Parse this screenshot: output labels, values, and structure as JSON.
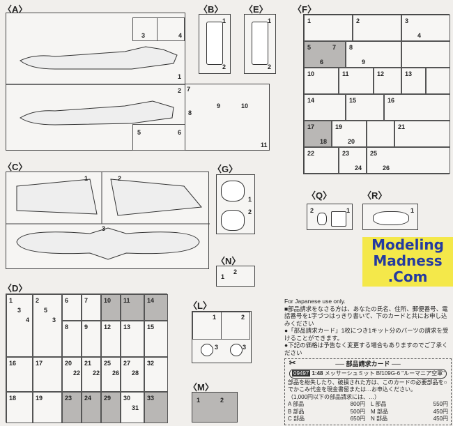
{
  "sprues": {
    "A": {
      "label": "〈A〉",
      "parts": [
        "1",
        "2",
        "3",
        "4",
        "5",
        "6",
        "7",
        "8",
        "9",
        "10",
        "11"
      ]
    },
    "B": {
      "label": "〈B〉",
      "parts": [
        "1",
        "2"
      ]
    },
    "E": {
      "label": "〈E〉",
      "parts": [
        "1",
        "2"
      ]
    },
    "F": {
      "label": "〈F〉",
      "parts": [
        "1",
        "2",
        "3",
        "4",
        "5",
        "6",
        "7",
        "8",
        "9",
        "10",
        "11",
        "12",
        "13",
        "14",
        "15",
        "16",
        "17",
        "18",
        "19",
        "20",
        "21",
        "22",
        "23",
        "24",
        "25",
        "26"
      ]
    },
    "C": {
      "label": "〈C〉",
      "parts": [
        "1",
        "2",
        "3"
      ]
    },
    "G": {
      "label": "〈G〉",
      "parts": [
        "1",
        "2"
      ]
    },
    "Q": {
      "label": "〈Q〉",
      "parts": [
        "2",
        "1"
      ]
    },
    "R": {
      "label": "〈R〉",
      "parts": [
        "1"
      ]
    },
    "N": {
      "label": "〈N〉",
      "parts": [
        "1",
        "2"
      ]
    },
    "D": {
      "label": "〈D〉",
      "parts": [
        "1",
        "2",
        "3",
        "4",
        "5",
        "6",
        "7",
        "8",
        "9",
        "10",
        "11",
        "12",
        "13",
        "14",
        "15",
        "16",
        "17",
        "18",
        "19",
        "20",
        "21",
        "22",
        "23",
        "24",
        "25",
        "26",
        "27",
        "28",
        "29",
        "30",
        "31",
        "32",
        "33"
      ]
    },
    "L": {
      "label": "〈L〉",
      "parts": [
        "1",
        "2",
        "3",
        "3"
      ]
    },
    "M": {
      "label": "〈M〉",
      "parts": [
        "1",
        "2"
      ]
    }
  },
  "notice": {
    "english": "For Japanese use only.",
    "line1": "■部品請求をなさる方は、あなたの氏名、住所、郵便番号、電話番号を1字づつはっきり書いて、下のカードと共にお申し込みください",
    "line2": "●「部品請求カード」1枚につき1キット分のパーツの請求を受けることができます。",
    "line3": "●下記の価格は予告なく変更する場合もありますのでご了承ください"
  },
  "card": {
    "title": "── 部品請求カード ──",
    "code": "09497",
    "scale": "1:48",
    "name": "メッサーシュミット Bf109G-6 \"ルーマニア空軍\"",
    "body": "部品を紛失したり、破損された方は、このカードの必要部品を○でかこみ代金を現金書留または…お申込ください。",
    "note": "（1,000円以下の部品請求には、…）",
    "prices": [
      {
        "part": "A 部品",
        "price": "800円"
      },
      {
        "part": "B 部品",
        "price": "500円"
      },
      {
        "part": "C 部品",
        "price": "650円"
      }
    ],
    "prices_right": [
      {
        "part": "L 部品",
        "price": "550円"
      },
      {
        "part": "M 部品",
        "price": "450円"
      },
      {
        "part": "N 部品",
        "price": "450円"
      }
    ]
  },
  "watermark": [
    "Modeling",
    "Madness",
    ".Com"
  ]
}
